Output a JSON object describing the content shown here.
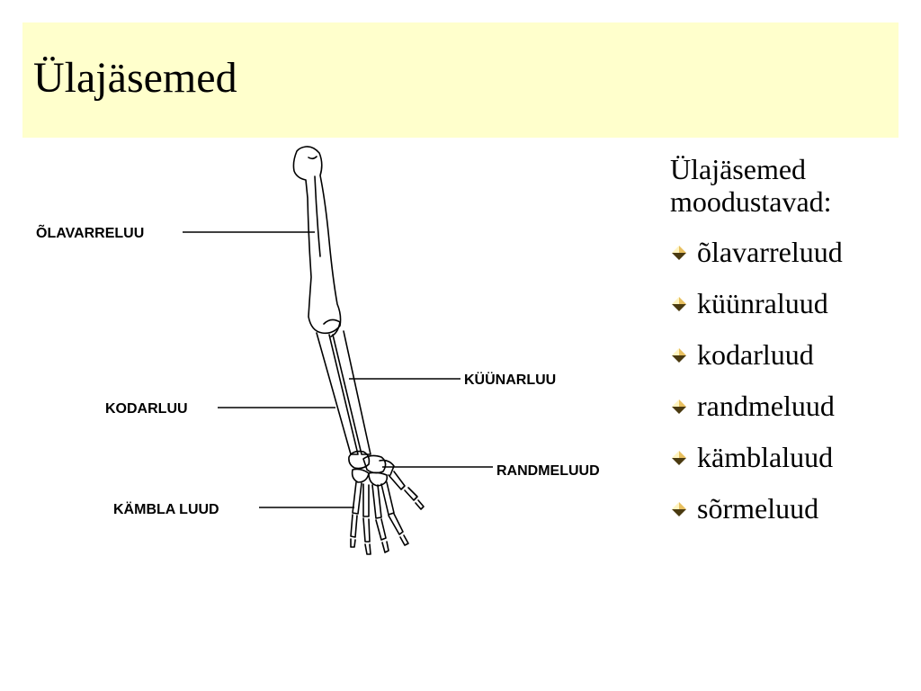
{
  "slide": {
    "title": "Ülajäsemed",
    "title_band_color": "#ffffcc"
  },
  "diagram": {
    "labels": {
      "olavarreluu": "ÕLAVARRELUU",
      "kuunarluu": "KÜÜNARLUU",
      "kodarluu": "KODARLUU",
      "randmeluud": "RANDMELUUD",
      "kamblaluud": "KÄMBLA LUUD"
    }
  },
  "text_panel": {
    "intro": "Ülajäsemed moodustavad:",
    "bullet_icon": "diamond-bullet-icon",
    "bullet_colors": [
      "#e8c060",
      "#4a3a10"
    ],
    "items": [
      "õlavarreluud",
      "küünraluud",
      "kodarluud",
      "randmeluud",
      "kämblaluud",
      "sõrmeluud"
    ]
  }
}
